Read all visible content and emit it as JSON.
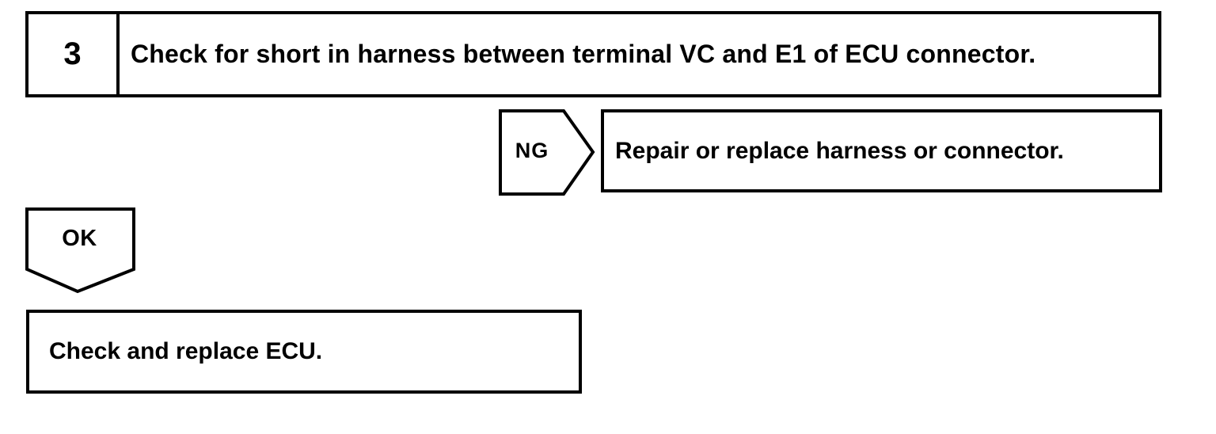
{
  "colors": {
    "ink": "#000000",
    "paper": "#ffffff"
  },
  "step": {
    "number": "3",
    "title": "Check for short in harness between terminal VC and E1 of ECU connector."
  },
  "branches": {
    "ng": {
      "label": "NG",
      "action": "Repair or replace harness or connector."
    },
    "ok": {
      "label": "OK",
      "action": "Check and replace ECU."
    }
  }
}
